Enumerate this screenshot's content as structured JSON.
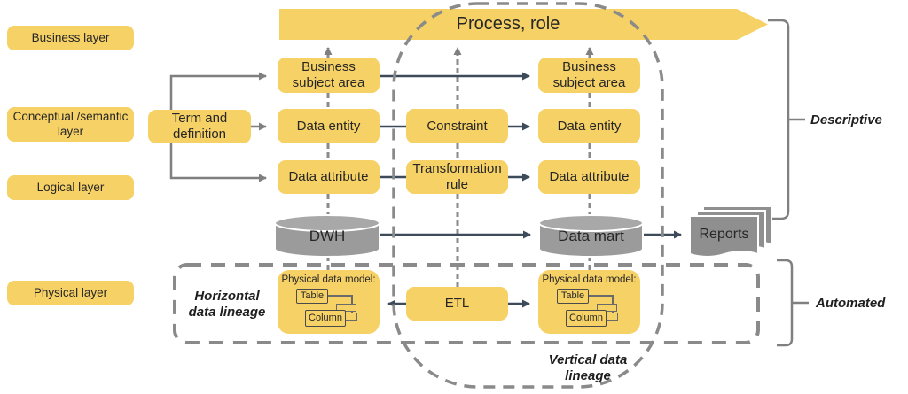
{
  "layers": {
    "business": "Business layer",
    "conceptual": "Conceptual /semantic layer",
    "logical": "Logical layer",
    "physical": "Physical layer"
  },
  "banner": {
    "label": "Process, role"
  },
  "boxes": {
    "term_definition": "Term and definition",
    "business_subject_area": "Business subject area",
    "data_entity": "Data entity",
    "data_attribute": "Data attribute",
    "constraint": "Constraint",
    "transformation_rule": "Transformation rule",
    "etl": "ETL"
  },
  "stores": {
    "dwh": "DWH",
    "data_mart": "Data mart",
    "reports": "Reports"
  },
  "physical_model": {
    "title": "Physical data model:",
    "table": "Table",
    "column": "Column"
  },
  "annotations": {
    "descriptive": "Descriptive",
    "automated": "Automated",
    "horizontal_lineage": "Horizontal data lineage",
    "vertical_lineage": "Vertical data lineage"
  },
  "colors": {
    "box_fill": "#F6D166",
    "connector_dark": "#3C4A5A",
    "connector_gray": "#7F7F7F",
    "dashed_gray": "#8A8A8A",
    "store_fill": "#9B9B9B",
    "store_top_fill": "#A8A8A8",
    "store_stroke": "#FFFFFF",
    "text": "#262626"
  }
}
